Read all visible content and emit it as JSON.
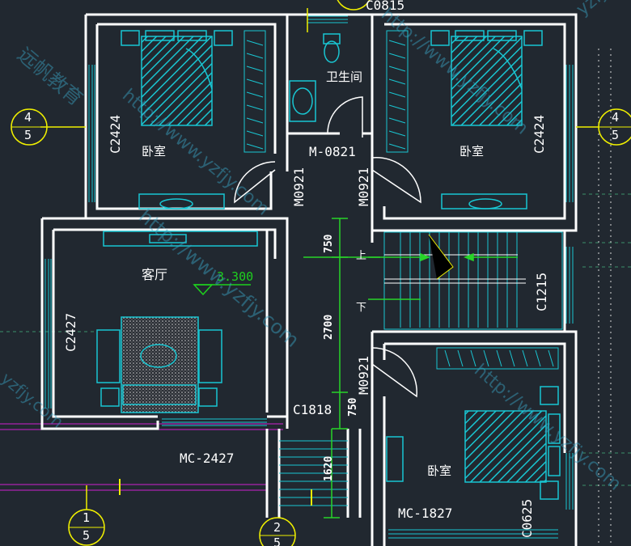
{
  "colors": {
    "background": "#212830",
    "wall": "#ffffff",
    "furniture": "#19c6d2",
    "axis_circle": "#f0f000",
    "level_text": "#1ed01e",
    "dimension": "#28d428",
    "grid_line": "#d020d0",
    "watermark": "#3aa6c8"
  },
  "rooms": {
    "bedroom": "卧室",
    "bathroom": "卫生间",
    "living_room": "客厅"
  },
  "labels": {
    "door_bath": "M-0821",
    "door_bed_left": "M0921",
    "door_bed_right": "M0921",
    "door_bed_bottom": "M0921",
    "window_top": "C0815",
    "window_left_bed": "C2424",
    "window_right_bed": "C2424",
    "window_living": "C2427",
    "window_stair": "C1215",
    "window_mid": "C1818",
    "window_small": "C0625",
    "door_living": "MC-2427",
    "door_bed_bottom_balcony": "MC-1827",
    "level": "3.300",
    "stair_up": "上",
    "stair_down": "下"
  },
  "dimensions": {
    "d1": "750",
    "d2": "2700",
    "d3": "750",
    "d4": "1620"
  },
  "axes": [
    {
      "top": "4",
      "bottom": "5"
    },
    {
      "top": "4",
      "bottom": "5"
    },
    {
      "top": "1",
      "bottom": "5"
    },
    {
      "top": "2",
      "bottom": "5"
    }
  ],
  "watermarks": [
    "http://www.yzfjy.com",
    "远帆教育",
    "yzfjy.com"
  ]
}
